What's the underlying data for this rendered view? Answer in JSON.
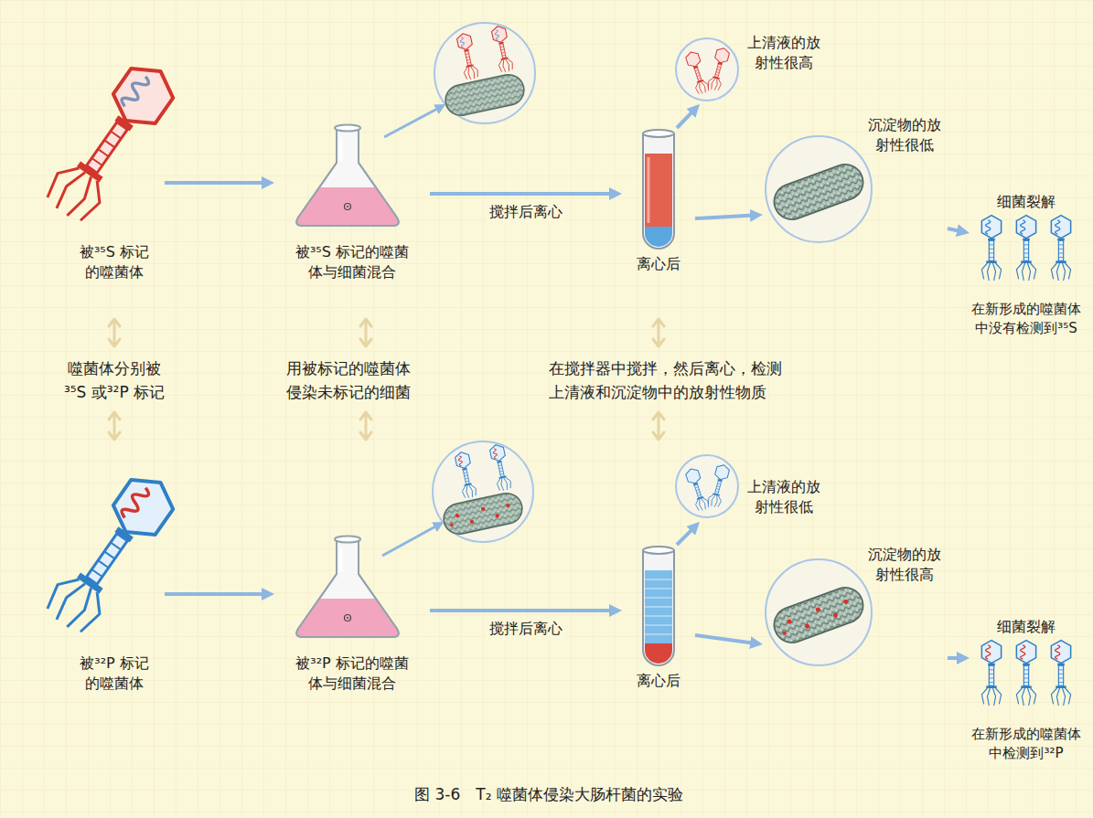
{
  "diagram": {
    "caption": "图 3-6　T₂ 噬菌体侵染大肠杆菌的实验",
    "nodes": [
      {
        "text": [
          "被³⁵S 标记的噬菌体"
        ]
      },
      {
        "text": [
          "被³⁵S 标记的噬菌体与细菌混合"
        ]
      },
      {
        "text": [
          "离心后"
        ]
      },
      {
        "text": [
          "上清液的放射性很高"
        ]
      },
      {
        "text": [
          "沉淀物的放射性很低"
        ]
      },
      {
        "text": [
          "细菌裂解",
          "在新形成的噬菌体中没有检测到³⁵S"
        ]
      },
      {
        "text": [
          "被³²P 标记的噬菌体"
        ]
      },
      {
        "text": [
          "被³²P 标记的噬菌体与细菌混合"
        ]
      },
      {
        "text": [
          "离心后"
        ]
      },
      {
        "text": [
          "上清液的放射性很低"
        ]
      },
      {
        "text": [
          "沉淀物的放射性很高"
        ]
      },
      {
        "text": [
          "细菌裂解",
          "在新形成的噬菌体中检测到³²P"
        ]
      }
    ],
    "edges": [
      {
        "from": 0,
        "to": 1,
        "arrow": "to"
      },
      {
        "from": 1,
        "to": 2,
        "label": "搅拌后离心",
        "arrow": "to"
      },
      {
        "from": 2,
        "to": 3,
        "arrow": "to"
      },
      {
        "from": 2,
        "to": 4,
        "arrow": "to"
      },
      {
        "from": 4,
        "to": 5,
        "arrow": "to"
      },
      {
        "from": 6,
        "to": 7,
        "arrow": "to"
      },
      {
        "from": 7,
        "to": 8,
        "label": "搅拌后离心",
        "arrow": "to"
      },
      {
        "from": 8,
        "to": 9,
        "arrow": "to"
      },
      {
        "from": 8,
        "to": 10,
        "arrow": "to"
      },
      {
        "from": 10,
        "to": 11,
        "arrow": "to"
      }
    ],
    "labels": [
      "噬菌体分别被³⁵S 或³²P 标记",
      "用被标记的噬菌体侵染未标记的细菌",
      "在搅拌器中搅拌，然后离心，检测上清液和沉淀物中的放射性物质"
    ]
  }
}
